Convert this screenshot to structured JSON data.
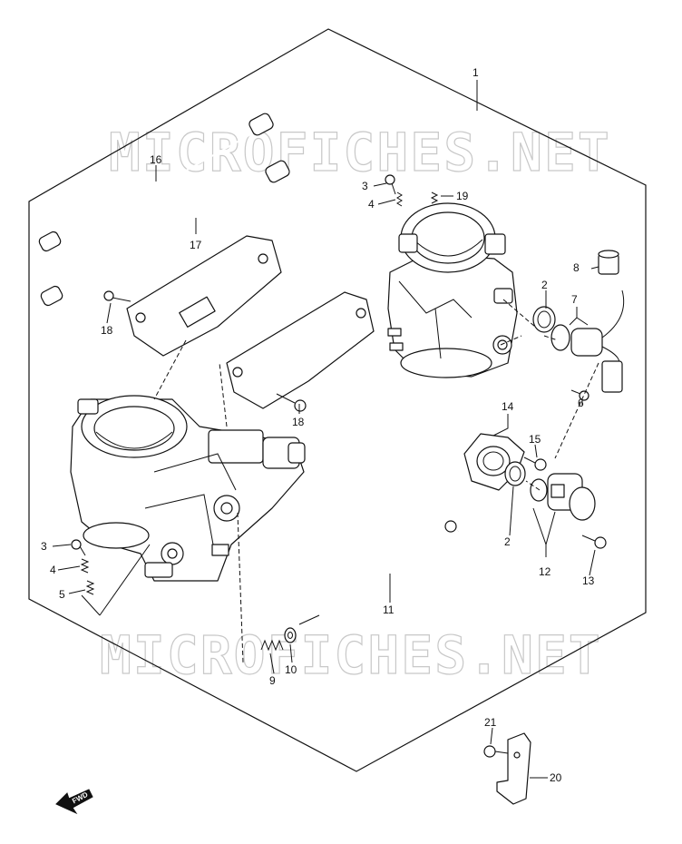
{
  "watermark": "MICROFICHES.NET",
  "fwd_label": "FWD",
  "callouts": {
    "c1": "1",
    "c2a": "2",
    "c2b": "2",
    "c3a": "3",
    "c3b": "3",
    "c4a": "4",
    "c4b": "4",
    "c5": "5",
    "c6": "6",
    "c7": "7",
    "c8": "8",
    "c9": "9",
    "c10": "10",
    "c11": "11",
    "c12": "12",
    "c13": "13",
    "c14": "14",
    "c15": "15",
    "c16": "16",
    "c17": "17",
    "c18a": "18",
    "c18b": "18",
    "c19": "19",
    "c20": "20",
    "c21": "21"
  }
}
